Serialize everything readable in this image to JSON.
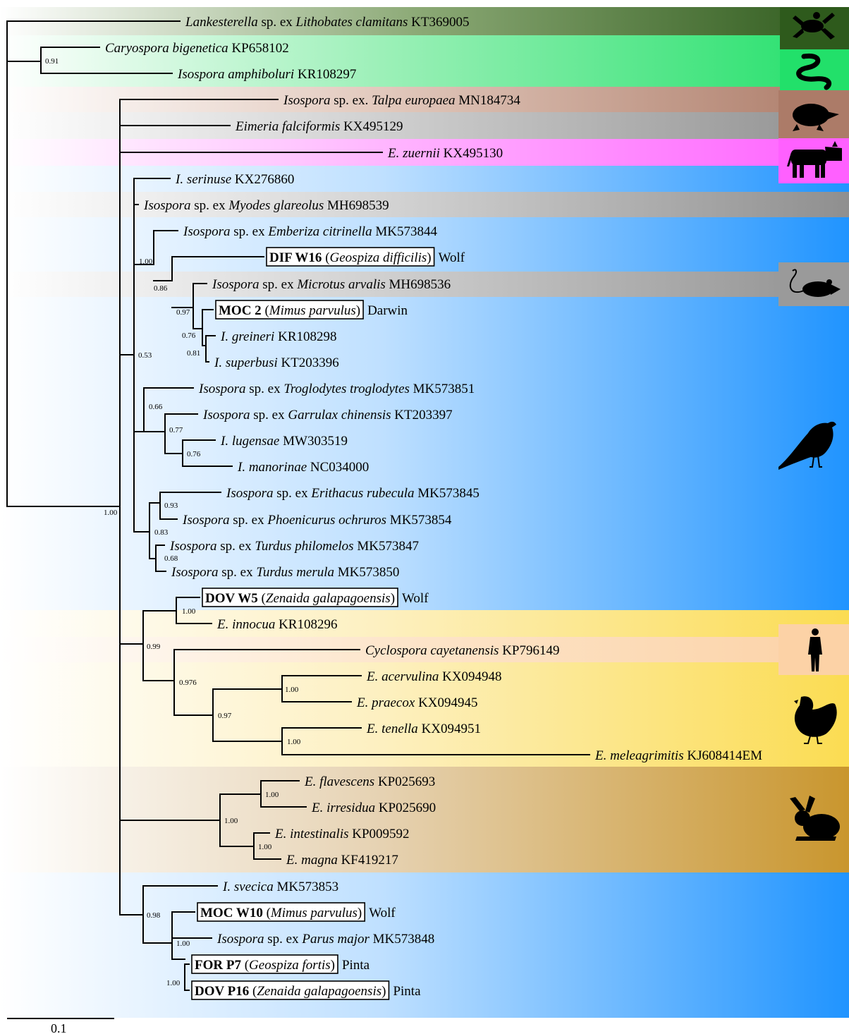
{
  "scale_bar": {
    "label": "0.1"
  },
  "taxa": [
    {
      "parts": [
        {
          "t": "Lankesterella",
          "i": true
        },
        {
          "t": " sp. ex "
        },
        {
          "t": "Lithobates clamitans",
          "i": true
        },
        {
          "t": " KT369005"
        }
      ]
    },
    {
      "parts": [
        {
          "t": "Caryospora bigenetica",
          "i": true
        },
        {
          "t": " KP658102"
        }
      ]
    },
    {
      "parts": [
        {
          "t": "Isospora amphiboluri",
          "i": true
        },
        {
          "t": " KR108297"
        }
      ]
    },
    {
      "parts": [
        {
          "t": "Isospora",
          "i": true
        },
        {
          "t": " sp. ex. "
        },
        {
          "t": "Talpa europaea",
          "i": true
        },
        {
          "t": " MN184734"
        }
      ]
    },
    {
      "parts": [
        {
          "t": "Eimeria falciformis",
          "i": true
        },
        {
          "t": " KX495129"
        }
      ]
    },
    {
      "parts": [
        {
          "t": "E. zuernii",
          "i": true
        },
        {
          "t": " KX495130"
        }
      ]
    },
    {
      "parts": [
        {
          "t": "I. serinuse",
          "i": true
        },
        {
          "t": " KX276860"
        }
      ]
    },
    {
      "parts": [
        {
          "t": "Isospora",
          "i": true
        },
        {
          "t": " sp. ex "
        },
        {
          "t": "Myodes glareolus",
          "i": true
        },
        {
          "t": " MH698539"
        }
      ]
    },
    {
      "parts": [
        {
          "t": "Isospora",
          "i": true
        },
        {
          "t": " sp. ex "
        },
        {
          "t": "Emberiza citrinella",
          "i": true
        },
        {
          "t": " MK573844"
        }
      ]
    },
    {
      "parts": [
        {
          "t": "DIF W16",
          "b": true
        },
        {
          "t": " ("
        },
        {
          "t": "Geospiza difficilis",
          "i": true
        },
        {
          "t": ")"
        }
      ],
      "boxed": true,
      "suffix": "Wolf"
    },
    {
      "parts": [
        {
          "t": "Isospora",
          "i": true
        },
        {
          "t": " sp. ex "
        },
        {
          "t": "Microtus arvalis",
          "i": true
        },
        {
          "t": " MH698536"
        }
      ]
    },
    {
      "parts": [
        {
          "t": "MOC 2",
          "b": true
        },
        {
          "t": " ("
        },
        {
          "t": "Mimus parvulus",
          "i": true
        },
        {
          "t": ")"
        }
      ],
      "boxed": true,
      "suffix": "Darwin"
    },
    {
      "parts": [
        {
          "t": "I. greineri",
          "i": true
        },
        {
          "t": " KR108298"
        }
      ]
    },
    {
      "parts": [
        {
          "t": "I. superbusi",
          "i": true
        },
        {
          "t": " KT203396"
        }
      ]
    },
    {
      "parts": [
        {
          "t": "Isospora",
          "i": true
        },
        {
          "t": " sp. ex "
        },
        {
          "t": "Troglodytes troglodytes",
          "i": true
        },
        {
          "t": " MK573851"
        }
      ]
    },
    {
      "parts": [
        {
          "t": "Isospora",
          "i": true
        },
        {
          "t": " sp. ex "
        },
        {
          "t": "Garrulax chinensis",
          "i": true
        },
        {
          "t": " KT203397"
        }
      ]
    },
    {
      "parts": [
        {
          "t": "I. lugensae",
          "i": true
        },
        {
          "t": " MW303519"
        }
      ]
    },
    {
      "parts": [
        {
          "t": "I. manorinae",
          "i": true
        },
        {
          "t": " NC034000"
        }
      ]
    },
    {
      "parts": [
        {
          "t": "Isospora",
          "i": true
        },
        {
          "t": " sp. ex "
        },
        {
          "t": "Erithacus rubecula",
          "i": true
        },
        {
          "t": " MK573845"
        }
      ]
    },
    {
      "parts": [
        {
          "t": "Isospora",
          "i": true
        },
        {
          "t": " sp. ex "
        },
        {
          "t": "Phoenicurus ochruros",
          "i": true
        },
        {
          "t": " MK573854"
        }
      ]
    },
    {
      "parts": [
        {
          "t": "Isospora",
          "i": true
        },
        {
          "t": " sp. ex "
        },
        {
          "t": "Turdus philomelos",
          "i": true
        },
        {
          "t": " MK573847"
        }
      ]
    },
    {
      "parts": [
        {
          "t": "Isospora",
          "i": true
        },
        {
          "t": " sp. ex  "
        },
        {
          "t": "Turdus merula",
          "i": true
        },
        {
          "t": " MK573850"
        }
      ]
    },
    {
      "parts": [
        {
          "t": "DOV W5",
          "b": true
        },
        {
          "t": " ("
        },
        {
          "t": "Zenaida galapagoensis",
          "i": true
        },
        {
          "t": ")"
        }
      ],
      "boxed": true,
      "suffix": "Wolf"
    },
    {
      "parts": [
        {
          "t": "E. innocua",
          "i": true
        },
        {
          "t": " KR108296"
        }
      ]
    },
    {
      "parts": [
        {
          "t": "Cyclospora cayetanensis",
          "i": true
        },
        {
          "t": " KP796149"
        }
      ]
    },
    {
      "parts": [
        {
          "t": "E. acervulina",
          "i": true
        },
        {
          "t": " KX094948"
        }
      ]
    },
    {
      "parts": [
        {
          "t": "E. praecox",
          "i": true
        },
        {
          "t": " KX094945"
        }
      ]
    },
    {
      "parts": [
        {
          "t": "E. tenella",
          "i": true
        },
        {
          "t": " KX094951"
        }
      ]
    },
    {
      "parts": [
        {
          "t": "E. meleagrimitis",
          "i": true
        },
        {
          "t": " KJ608414EM"
        }
      ]
    },
    {
      "parts": [
        {
          "t": "E. flavescens",
          "i": true
        },
        {
          "t": " KP025693"
        }
      ]
    },
    {
      "parts": [
        {
          "t": "E. irresidua",
          "i": true
        },
        {
          "t": " KP025690"
        }
      ]
    },
    {
      "parts": [
        {
          "t": "E. intestinalis",
          "i": true
        },
        {
          "t": " KP009592"
        }
      ]
    },
    {
      "parts": [
        {
          "t": "E. magna",
          "i": true
        },
        {
          "t": " KF419217"
        }
      ]
    },
    {
      "parts": [
        {
          "t": "I. svecica",
          "i": true
        },
        {
          "t": " MK573853"
        }
      ]
    },
    {
      "parts": [
        {
          "t": "MOC W10",
          "b": true
        },
        {
          "t": " ("
        },
        {
          "t": "Mimus parvulus",
          "i": true
        },
        {
          "t": ")"
        }
      ],
      "boxed": true,
      "suffix": "Wolf"
    },
    {
      "parts": [
        {
          "t": "Isospora",
          "i": true
        },
        {
          "t": " sp. ex "
        },
        {
          "t": "Parus major",
          "i": true
        },
        {
          "t": " MK573848"
        }
      ]
    },
    {
      "parts": [
        {
          "t": "FOR P7",
          "b": true
        },
        {
          "t": " ("
        },
        {
          "t": "Geospiza fortis",
          "i": true
        },
        {
          "t": ")"
        }
      ],
      "boxed": true,
      "suffix": "Pinta"
    },
    {
      "parts": [
        {
          "t": "DOV P16",
          "b": true
        },
        {
          "t": " ("
        },
        {
          "t": "Zenaida galapagoensis",
          "i": true
        },
        {
          "t": ")"
        }
      ],
      "boxed": true,
      "suffix": "Pinta"
    }
  ],
  "support_values": [
    "0.91",
    "1.00",
    "0.86",
    "0.97",
    "0.76",
    "0.81",
    "0.53",
    "0.66",
    "0.77",
    "0.76",
    "0.93",
    "0.83",
    "0.68",
    "1.00",
    "0.99",
    "0.976",
    "1.00",
    "0.97",
    "1.00",
    "1.00",
    "1.00",
    "1.00",
    "0.98",
    "1.00",
    "1.00"
  ],
  "host_groups": [
    {
      "name": "frog",
      "color": "#2e5a1c",
      "icon": "frog-icon"
    },
    {
      "name": "snake",
      "color": "#22e06a",
      "icon": "snake-icon"
    },
    {
      "name": "mole",
      "color": "#ac7b68",
      "icon": "mole-icon"
    },
    {
      "name": "rodent",
      "color": "#9a9a9a"
    },
    {
      "name": "cattle",
      "color": "#ff60ff",
      "icon": "cattle-icon"
    },
    {
      "name": "bird",
      "color": "#2094ff",
      "icon": "bird-icon"
    },
    {
      "name": "mouse",
      "color": "#9a9a9a",
      "icon": "mouse-icon"
    },
    {
      "name": "chicken",
      "color": "#fbdc52",
      "icon": "chicken-icon"
    },
    {
      "name": "human",
      "color": "#fcd2a6",
      "icon": "human-icon"
    },
    {
      "name": "rabbit",
      "color": "#c9962e",
      "icon": "rabbit-icon"
    }
  ]
}
